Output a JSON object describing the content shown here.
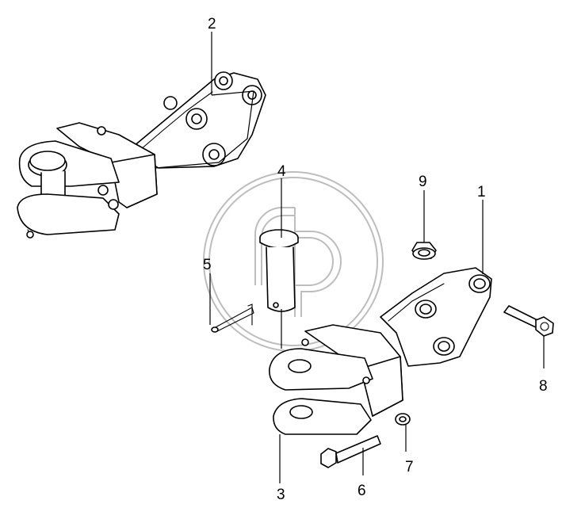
{
  "callouts": [
    {
      "id": "1",
      "label": "1"
    },
    {
      "id": "2",
      "label": "2"
    },
    {
      "id": "3",
      "label": "3"
    },
    {
      "id": "4",
      "label": "4"
    },
    {
      "id": "5",
      "label": "5"
    },
    {
      "id": "6",
      "label": "6"
    },
    {
      "id": "7",
      "label": "7"
    },
    {
      "id": "8",
      "label": "8"
    },
    {
      "id": "9",
      "label": "9"
    }
  ],
  "colors": {
    "line": "#000000",
    "watermark": "#bdbdbd",
    "background": "#ffffff"
  }
}
